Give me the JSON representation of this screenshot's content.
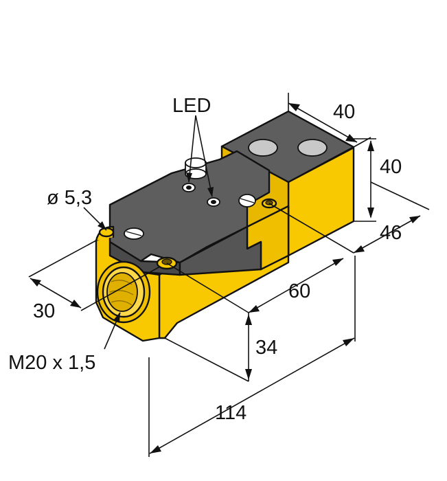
{
  "labels": {
    "led": "LED",
    "hole_diameter": "ø 5,3",
    "thread": "M20 x 1,5",
    "dim_40_top": "40",
    "dim_40_side": "40",
    "dim_46": "46",
    "dim_60": "60",
    "dim_30": "30",
    "dim_34": "34",
    "dim_114": "114"
  },
  "colors": {
    "housing_yellow": "#F8C800",
    "housing_yellow_dark": "#E0B000",
    "housing_yellow_light": "#FFD84A",
    "cap_gray": "#5E5E5E",
    "cap_gray_dark": "#4A4A4A",
    "sensor_window": "#C8C8C8",
    "line": "#111111"
  }
}
